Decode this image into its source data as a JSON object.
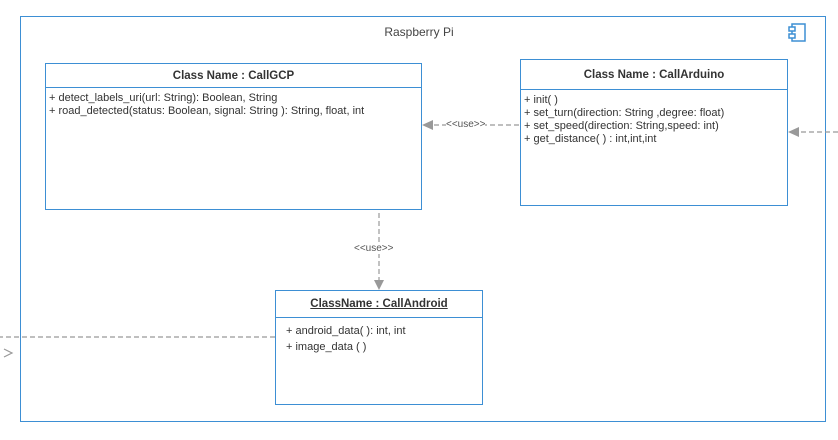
{
  "frame": {
    "title": "Raspberry Pi"
  },
  "classes": {
    "callgcp": {
      "name": "Class Name : CallGCP",
      "methods": [
        "+ detect_labels_uri(url: String): Boolean, String",
        "+ road_detected(status: Boolean, signal: String ):  String, float, int"
      ]
    },
    "callarduino": {
      "name": "Class Name : CallArduino",
      "methods": [
        "+ init( )",
        "+ set_turn(direction: String ,degree: float)",
        "+ set_speed(direction: String,speed: int)",
        "+ get_distance( ) : int,int,int"
      ]
    },
    "callandroid": {
      "name": "ClassName : CallAndroid",
      "methods": [
        "+ android_data( ): int, int",
        "+ image_data ( )"
      ]
    }
  },
  "connectors": {
    "arduino_to_gcp": "<<use>>",
    "gcp_to_android": "<<use>>"
  },
  "colors": {
    "border": "#3d8fd4",
    "dashed": "#999999"
  },
  "icons": {
    "component": "component-icon"
  }
}
